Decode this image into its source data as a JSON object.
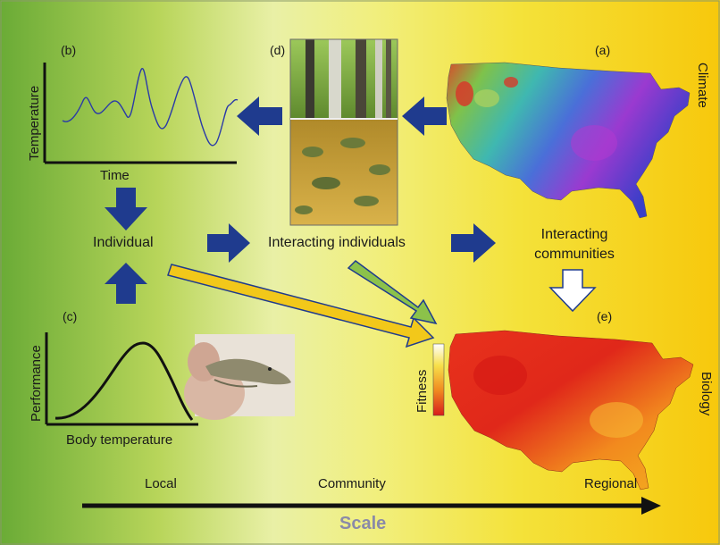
{
  "panels": {
    "a": "(a)",
    "b": "(b)",
    "c": "(c)",
    "d": "(d)",
    "e": "(e)"
  },
  "graph_b": {
    "ylabel": "Temperature",
    "xlabel": "Time"
  },
  "graph_c": {
    "ylabel": "Performance",
    "xlabel": "Body temperature"
  },
  "nodes": {
    "individual": "Individual",
    "interacting_individuals": "Interacting individuals",
    "interacting_communities": "Interacting\ncommunities"
  },
  "side_labels": {
    "climate": "Climate",
    "biology": "Biology"
  },
  "fitness_legend": {
    "label": "Fitness",
    "colors": [
      "#ffffff",
      "#f7e04a",
      "#f08a20",
      "#d81c1c"
    ]
  },
  "scale": {
    "local": "Local",
    "community": "Community",
    "regional": "Regional",
    "title": "Scale"
  },
  "colors": {
    "bg_left": "#6fb33a",
    "bg_mid": "#eef3a8",
    "bg_right": "#f6cf10",
    "arrow_blue": "#1f3b8e",
    "arrow_yellow": "#f2c81a",
    "arrow_green": "#8cc24a",
    "scale_text": "#8a8aa8"
  }
}
